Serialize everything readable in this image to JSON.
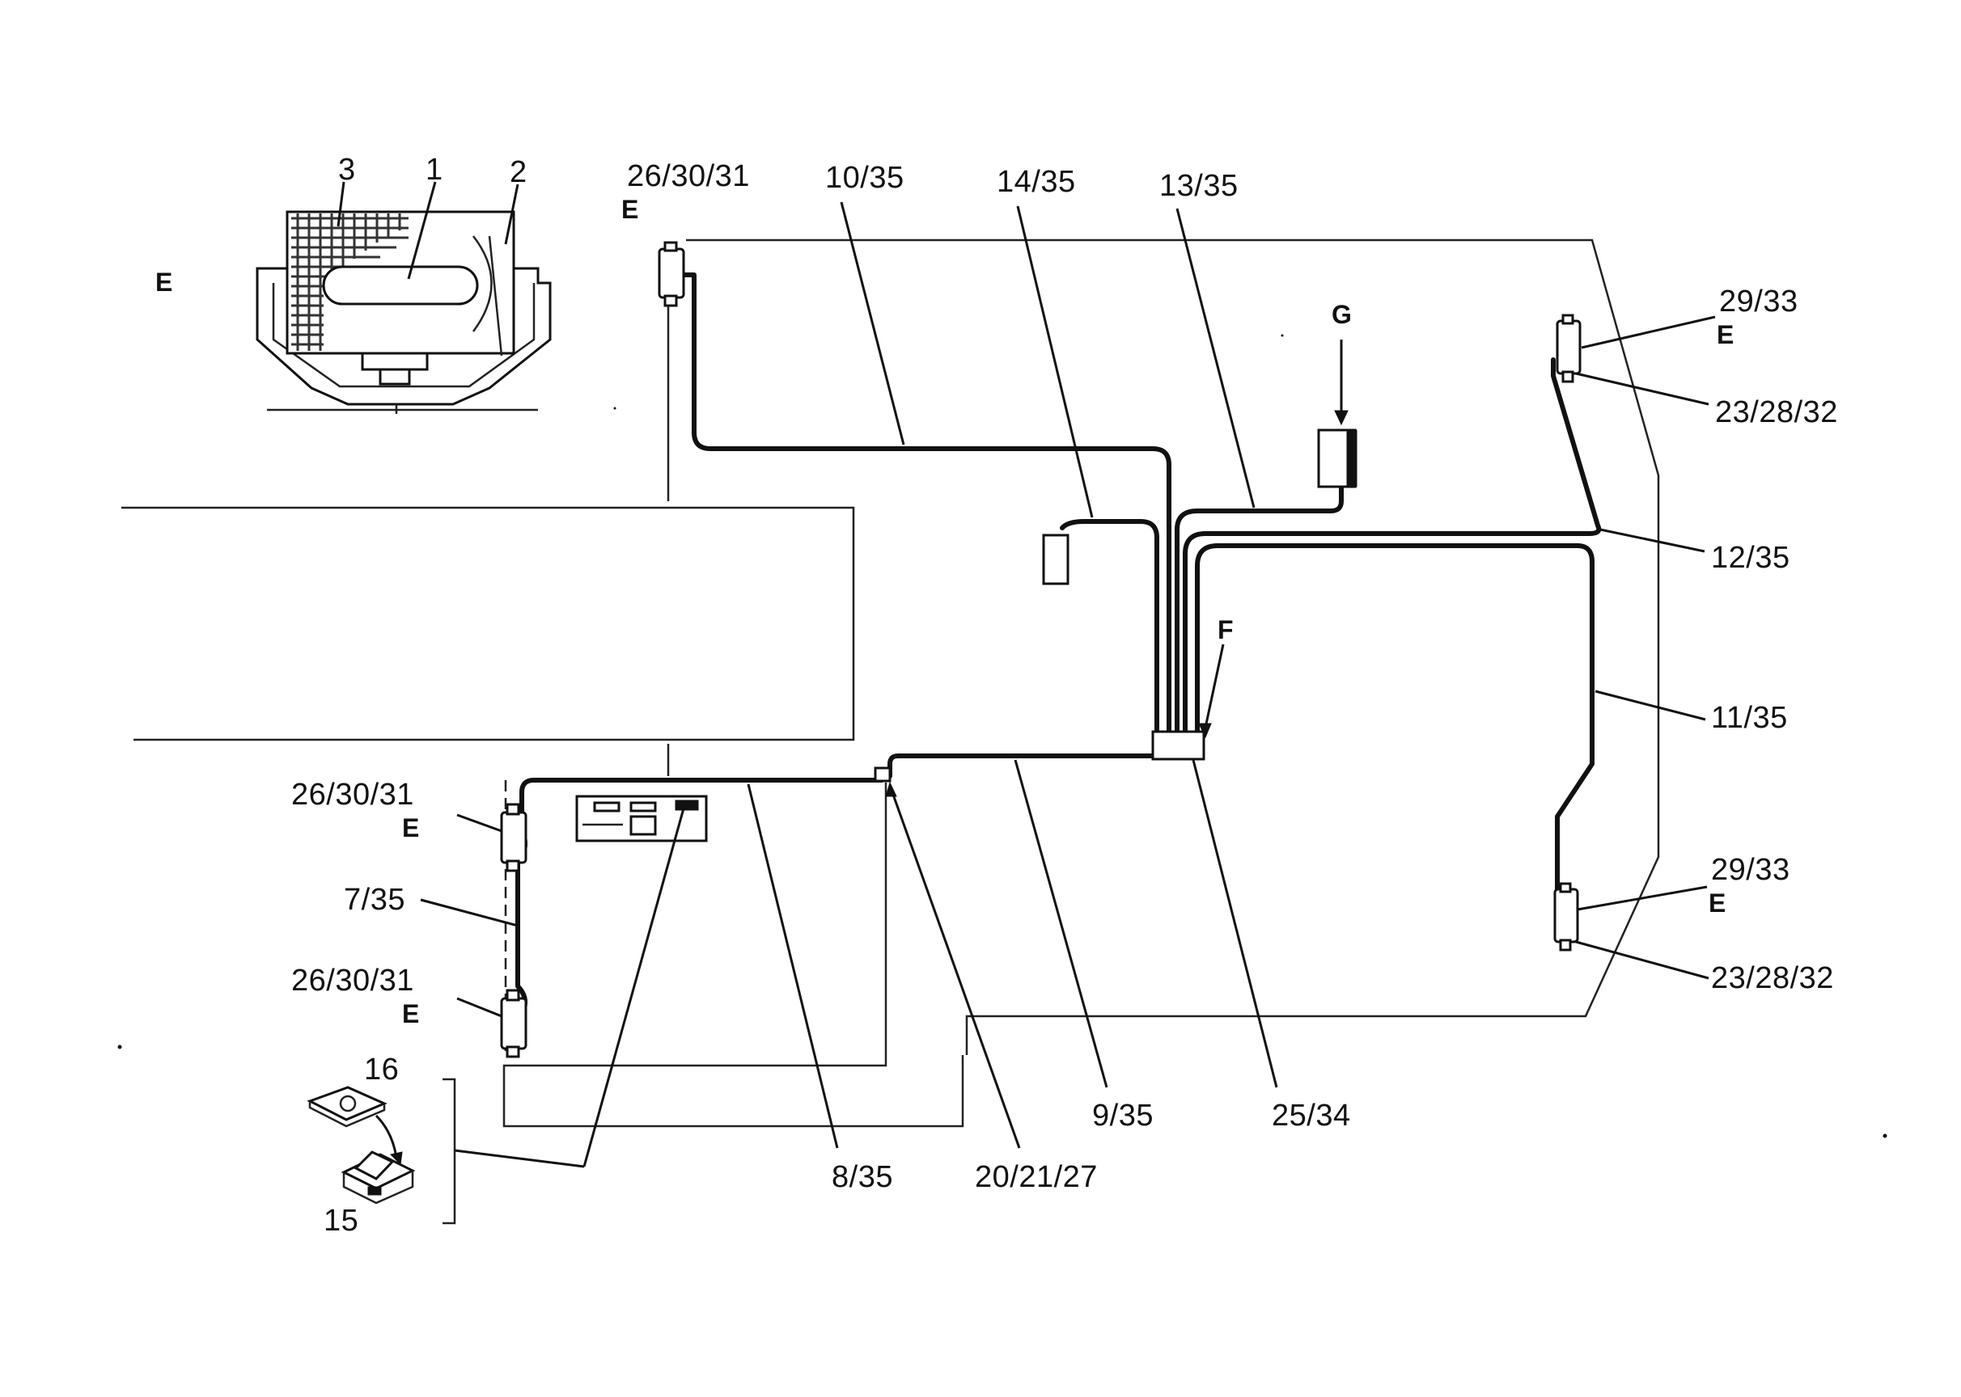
{
  "labels": {
    "inset_1": "1",
    "inset_2": "2",
    "inset_3": "3",
    "inset_e": "E",
    "tl_lamp": "26/30/31",
    "tl_lamp_e": "E",
    "w_10": "10/35",
    "w_14": "14/35",
    "w_13": "13/35",
    "g": "G",
    "tr_lamp": "29/33",
    "tr_lamp_e": "E",
    "tr_conn": "23/28/32",
    "w_12": "12/35",
    "f": "F",
    "w_11": "11/35",
    "br_lamp": "29/33",
    "br_lamp_e": "E",
    "br_conn": "23/28/32",
    "l_lamp1": "26/30/31",
    "l_lamp1_e": "E",
    "w_7": "7/35",
    "l_lamp2": "26/30/31",
    "l_lamp2_e": "E",
    "p16": "16",
    "p15": "15",
    "w_8": "8/35",
    "c_20": "20/21/27",
    "w_9": "9/35",
    "c_25": "25/34"
  }
}
